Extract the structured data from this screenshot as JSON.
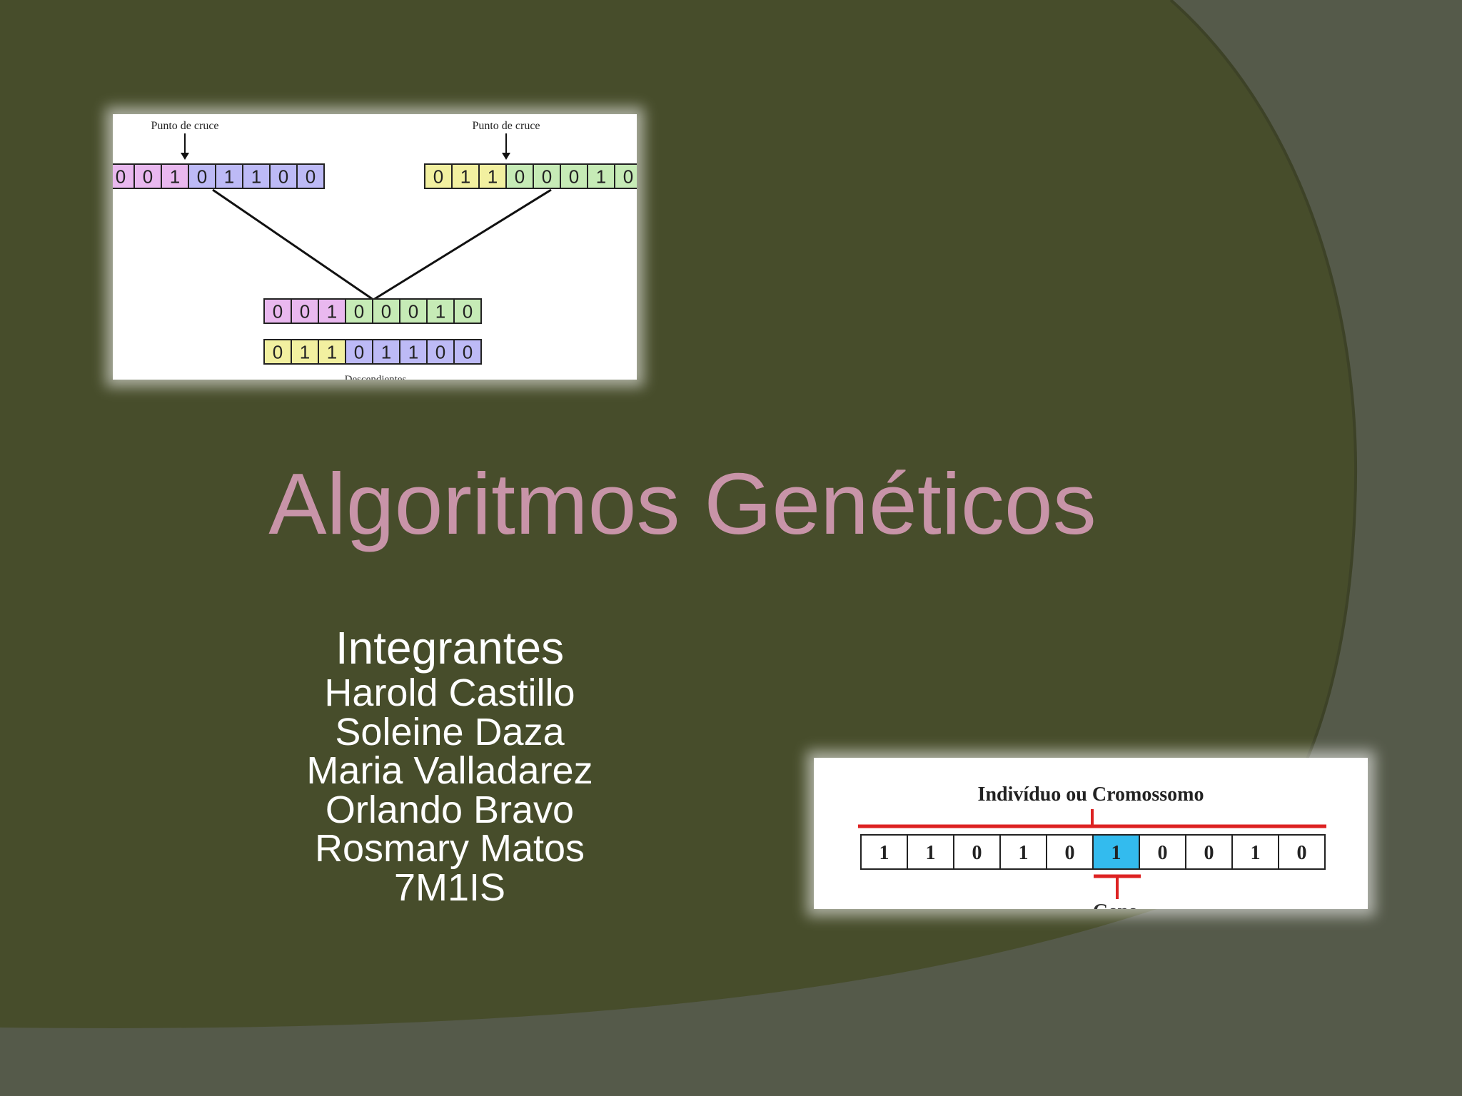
{
  "slide": {
    "title": "Algoritmos Genéticos",
    "members_heading": "Integrantes",
    "members": [
      "Harold Castillo",
      "Soleine Daza",
      "Maria Valladarez",
      "Orlando Bravo",
      "Rosmary Matos",
      "7M1IS"
    ]
  },
  "crossover_figure": {
    "left_label": "Punto de cruce",
    "right_label": "Punto de cruce",
    "parent1_bits": [
      "0",
      "0",
      "1",
      "0",
      "1",
      "1",
      "0",
      "0"
    ],
    "parent2_bits": [
      "0",
      "1",
      "1",
      "0",
      "0",
      "0",
      "1",
      "0"
    ],
    "child1_bits": [
      "0",
      "0",
      "1",
      "0",
      "0",
      "0",
      "1",
      "0"
    ],
    "child2_bits": [
      "0",
      "1",
      "1",
      "0",
      "1",
      "1",
      "0",
      "0"
    ],
    "offspring_label": "Descendientes"
  },
  "chromosome_figure": {
    "title": "Indivíduo ou Cromossomo",
    "bits": [
      "1",
      "1",
      "0",
      "1",
      "0",
      "1",
      "0",
      "0",
      "1",
      "0"
    ],
    "highlight_index": 5,
    "gene_label": "Gene"
  },
  "colors": {
    "background_outer": "#555a4a",
    "background_inner": "#474d2b",
    "title": "#c894a8",
    "parent1_head": "#e9b8ef",
    "parent1_tail": "#bdbaf6",
    "parent2_head": "#f2f0a0",
    "parent2_tail": "#c6ebb6",
    "gene_highlight": "#33bbee",
    "chromosome_line": "#dd2222"
  }
}
